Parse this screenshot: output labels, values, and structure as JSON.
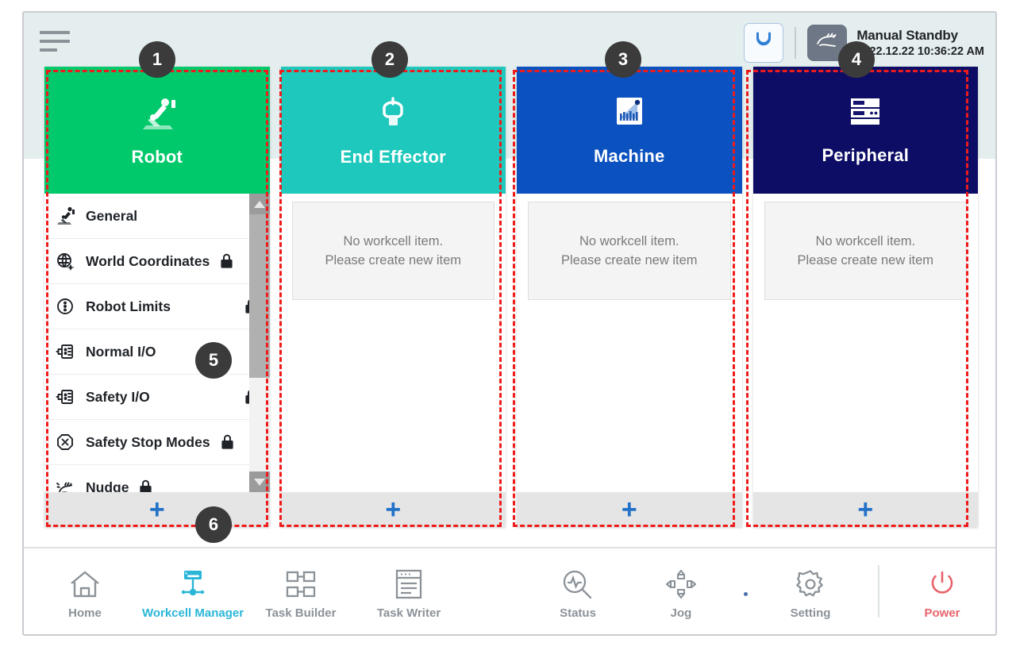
{
  "header": {
    "menu_icon": "hamburger-icon",
    "reset_icon": "robot-reset-icon",
    "mode_icon": "manual-hand-icon",
    "status_title": "Manual Standby",
    "status_time": "2022.12.22 10:36:22 AM"
  },
  "columns": [
    {
      "title": "Robot",
      "icon": "robot-arm-icon",
      "color": "#00c96b",
      "add_label": "+",
      "type": "list"
    },
    {
      "title": "End Effector",
      "icon": "gripper-icon",
      "color": "#1ec8bc",
      "add_label": "+",
      "type": "empty",
      "empty_line1": "No workcell item.",
      "empty_line2": "Please create new item"
    },
    {
      "title": "Machine",
      "icon": "machine-icon",
      "color": "#0b52c0",
      "add_label": "+",
      "type": "empty",
      "empty_line1": "No workcell item.",
      "empty_line2": "Please create new item"
    },
    {
      "title": "Peripheral",
      "icon": "peripheral-rack-icon",
      "color": "#0d0d66",
      "add_label": "+",
      "type": "empty",
      "empty_line1": "No workcell item.",
      "empty_line2": "Please create new item"
    }
  ],
  "robot_list": [
    {
      "label": "General",
      "icon": "robot-arm-icon",
      "locked": false,
      "lock_right": false
    },
    {
      "label": "World Coordinates",
      "icon": "globe-icon",
      "locked": true,
      "lock_right": false
    },
    {
      "label": "Robot Limits",
      "icon": "limits-icon",
      "locked": true,
      "lock_right": true
    },
    {
      "label": "Normal I/O",
      "icon": "io-port-icon",
      "locked": false,
      "lock_right": false
    },
    {
      "label": "Safety I/O",
      "icon": "io-port-icon",
      "locked": true,
      "lock_right": true
    },
    {
      "label": "Safety Stop Modes",
      "icon": "stop-octagon-icon",
      "locked": true,
      "lock_right": false
    },
    {
      "label": "Nudge",
      "icon": "nudge-hand-icon",
      "locked": true,
      "lock_right": false
    }
  ],
  "bottom_nav_left": [
    {
      "label": "Home",
      "icon": "home-icon",
      "active": false
    },
    {
      "label": "Workcell Manager",
      "icon": "workcell-icon",
      "active": true
    },
    {
      "label": "Task Builder",
      "icon": "task-builder-icon",
      "active": false
    },
    {
      "label": "Task Writer",
      "icon": "task-writer-icon",
      "active": false
    }
  ],
  "bottom_nav_right": [
    {
      "label": "Status",
      "icon": "status-scope-icon",
      "power": false
    },
    {
      "label": "Jog",
      "icon": "jog-dpad-icon",
      "power": false
    },
    {
      "label": "Setting",
      "icon": "gear-icon",
      "power": false
    },
    {
      "label": "Power",
      "icon": "power-icon",
      "power": true
    }
  ],
  "annotations": {
    "accent_color": "#ef1b1b",
    "badge_color": "#3b3b3b",
    "markers": [
      {
        "number": "1",
        "target": "robot-column"
      },
      {
        "number": "2",
        "target": "end-effector-column"
      },
      {
        "number": "3",
        "target": "machine-column"
      },
      {
        "number": "4",
        "target": "peripheral-column"
      },
      {
        "number": "5",
        "target": "robot-setting-list"
      },
      {
        "number": "6",
        "target": "add-item-bar"
      }
    ]
  }
}
